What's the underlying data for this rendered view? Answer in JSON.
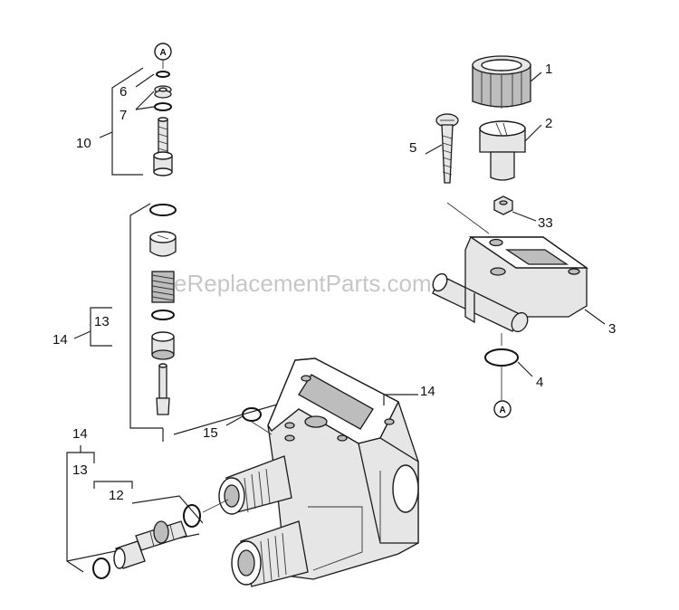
{
  "watermark": "eReplacementParts.com",
  "markers": [
    "A",
    "A"
  ],
  "labels": {
    "l1": "1",
    "l2": "2",
    "l3": "3",
    "l4": "4",
    "l5": "5",
    "l6": "6",
    "l7": "7",
    "l10": "10",
    "l12": "12",
    "l13a": "13",
    "l13b": "13",
    "l14a": "14",
    "l14b": "14",
    "l14c": "14",
    "l15": "15",
    "l33": "33"
  }
}
